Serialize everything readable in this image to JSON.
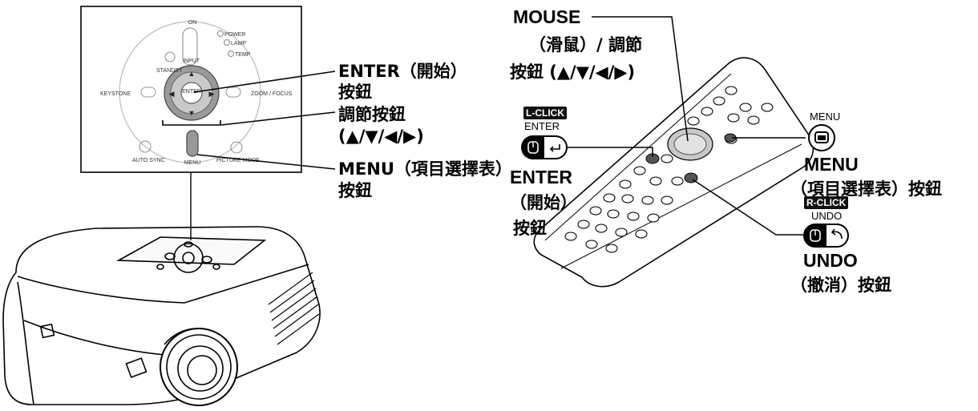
{
  "panel": {
    "on": "ON",
    "power": "POWER",
    "lamp": "LAMP",
    "temp": "TEMP",
    "input": "INPUT",
    "standby": "STANDBY",
    "keystone": "KEYSTONE",
    "zoom_focus": "ZOOM / FOCUS",
    "enter": "ENTER",
    "auto_sync": "AUTO SYNC",
    "menu": "MENU",
    "picture_mode": "PICTURE MODE"
  },
  "labels": {
    "enter_line1": "ENTER（開始）",
    "enter_line2": "按鈕",
    "adjust_line1": "調節按鈕",
    "adjust_line2": "(▲/▼/◀/▶)",
    "menu_line1": "MENU（項目選擇表）",
    "menu_line2": "按鈕"
  },
  "remote": {
    "mouse_line1": "MOUSE",
    "mouse_line2": "（滑鼠）/ 調節",
    "mouse_line3": "按鈕 (▲/▼/◀/▶)",
    "lclick_badge": "L-CLICK",
    "enter_small": "ENTER",
    "enter_big": "ENTER",
    "enter_start": "（開始）",
    "enter_button": "按鈕",
    "menu_small": "MENU",
    "menu_big": "MENU",
    "menu_desc": "（項目選擇表）按鈕",
    "rclick_badge": "R-CLICK",
    "undo_small": "UNDO",
    "undo_big": "UNDO",
    "undo_desc": "（撤消）按鈕"
  }
}
